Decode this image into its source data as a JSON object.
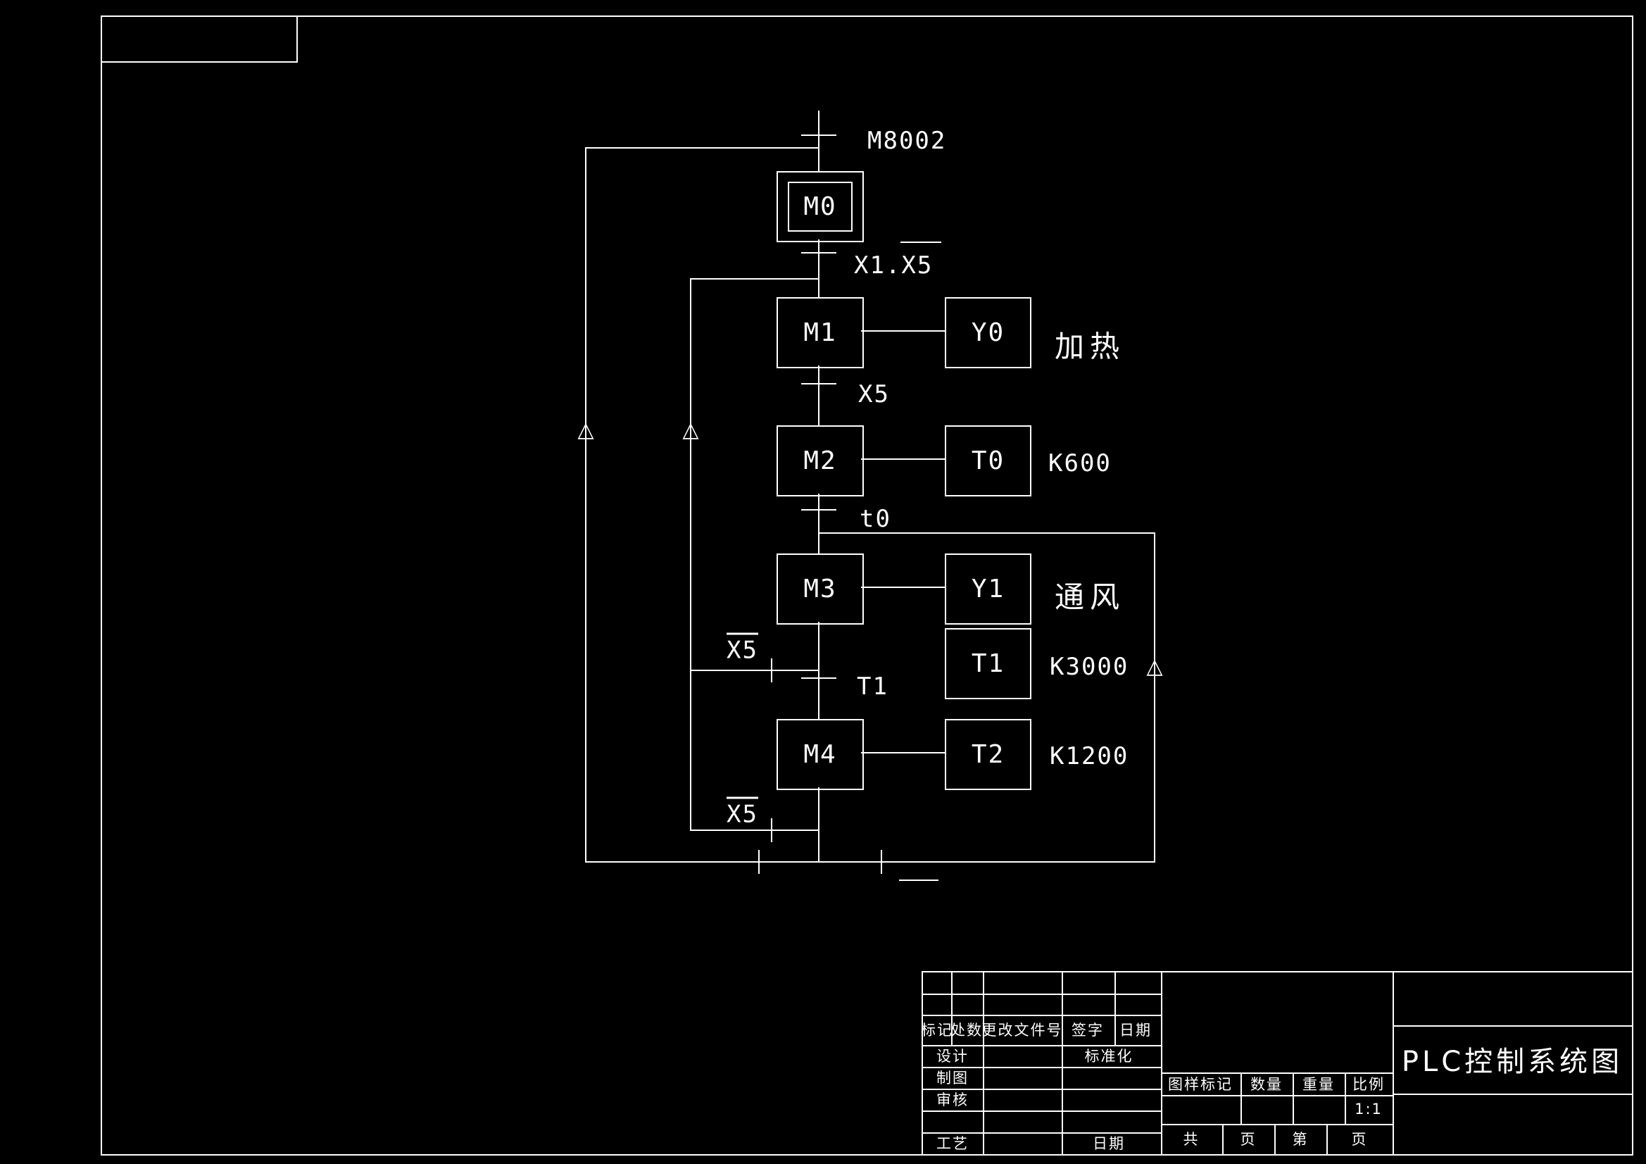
{
  "icons": {
    "arrow_up": "△"
  },
  "flowchart": {
    "transitions": {
      "start": "M8002",
      "to_m1": "X1.X5",
      "to_m2": "X5",
      "to_m3": "t0",
      "to_m4": "T1",
      "branch_mid": "X5",
      "branch_bottom": "X5"
    },
    "steps": {
      "m0": "M0",
      "m1": "M1",
      "m2": "M2",
      "m3": "M3",
      "m4": "M4"
    },
    "actions": {
      "y0": "Y0",
      "t0": "T0",
      "y1": "Y1",
      "t1": "T1",
      "t2": "T2"
    },
    "action_notes": {
      "y0": "加热",
      "t0": "K600",
      "y1": "通风",
      "t1": "K3000",
      "t2": "K1200"
    }
  },
  "title_block": {
    "revision_header": {
      "mark": "标记",
      "count": "处数",
      "change_doc": "更改文件号",
      "sign": "签字",
      "date": "日期"
    },
    "roles": {
      "design": "设计",
      "standard": "标准化",
      "draft": "制图",
      "check": "审核",
      "process": "工艺",
      "date": "日期"
    },
    "spec": {
      "drawing_mark": "图样标记",
      "quantity": "数量",
      "weight": "重量",
      "scale": "比例",
      "scale_value": "1:1"
    },
    "pages": {
      "total_label": "共",
      "total_unit": "页",
      "index_label": "第",
      "index_unit": "页"
    },
    "title": "PLC控制系统图"
  }
}
